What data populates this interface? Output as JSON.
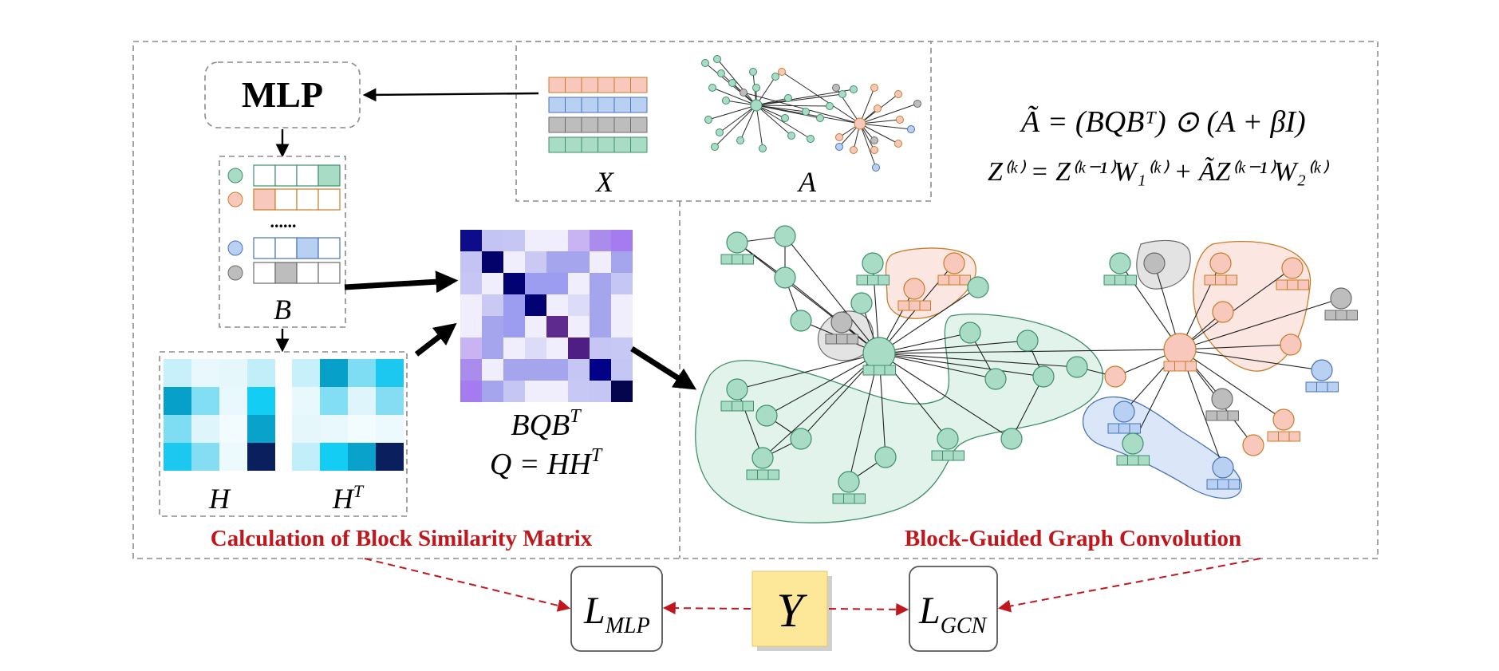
{
  "mlp_label": "MLP",
  "labels": {
    "X": "X",
    "A": "A",
    "B": "B",
    "H": "H",
    "HT_base": "H",
    "HT_sup": "T",
    "dots": "......",
    "bqb_base": "BQB",
    "bqb_sup": "T",
    "q_prefix": "Q = HH",
    "q_sup": "T"
  },
  "equations": {
    "eq1": "Ã = (BQBᵀ) ⊙ (A + βI)",
    "eq2": "Z⁽ᵏ⁾ = Z⁽ᵏ⁻¹⁾W₁⁽ᵏ⁾ + ÃZ⁽ᵏ⁻¹⁾W₂⁽ᵏ⁾"
  },
  "section_titles": {
    "left": "Calculation of Block Similarity Matrix",
    "right": "Block-Guided Graph Convolution"
  },
  "loss_boxes": {
    "mlp_script": "L",
    "mlp_sub": "MLP",
    "gcn_script": "L",
    "gcn_sub": "GCN",
    "y": "Y"
  },
  "colors": {
    "green": "#a8dcc4",
    "green_stroke": "#3e8f6a",
    "orange": "#f8c8bc",
    "orange_stroke": "#c77d28",
    "blue": "#b8d0f2",
    "blue_stroke": "#4a72b8",
    "gray": "#bdbdbd",
    "gray_stroke": "#6a6a6a",
    "red": "#c0171c",
    "y_box": "#fde89a"
  },
  "features": [
    {
      "color": "orange"
    },
    {
      "color": "blue"
    },
    {
      "color": "gray"
    },
    {
      "color": "green"
    }
  ],
  "membership_rows": [
    {
      "node": "green",
      "filled": 3
    },
    {
      "node": "orange",
      "filled": 0
    },
    {
      "node": "blue",
      "filled": 2
    },
    {
      "node": "gray",
      "filled": 1
    }
  ],
  "h_matrix": [
    [
      "#c8f0fa",
      "#e8f8fd",
      "#e6f7fc",
      "#c2eef9"
    ],
    [
      "#07a0c8",
      "#82def4",
      "#e9f8fd",
      "#14cdf4"
    ],
    [
      "#7edcf3",
      "#dff5fc",
      "#f2fbfe",
      "#08a2cb"
    ],
    [
      "#1cc8ef",
      "#85ddf3",
      "#ecf9fd",
      "#0a1f5e"
    ]
  ],
  "ht_matrix": [
    [
      "#c8f0fa",
      "#07a0c8",
      "#7edcf3",
      "#1cc8ef"
    ],
    [
      "#e8f8fd",
      "#82def4",
      "#dff5fc",
      "#85ddf3"
    ],
    [
      "#e6f7fc",
      "#e9f8fd",
      "#f2fbfe",
      "#ecf9fd"
    ],
    [
      "#c2eef9",
      "#14cdf4",
      "#08a2cb",
      "#0a1f5e"
    ]
  ],
  "similarity_matrix": [
    [
      "#0d0d8c",
      "#c4c4f4",
      "#c6c6f4",
      "#f0eefc",
      "#f0eefc",
      "#c8b4f2",
      "#a98cec",
      "#a47cf0"
    ],
    [
      "#c4c4f4",
      "#02026a",
      "#f0eefc",
      "#c9c9f4",
      "#a5a5ee",
      "#a5a5ee",
      "#f0eefc",
      "#a5a5ee"
    ],
    [
      "#c6c6f4",
      "#f0eefc",
      "#020272",
      "#9c9cf0",
      "#9c9cf0",
      "#f0eefc",
      "#a5a5ee",
      "#c6c6f4"
    ],
    [
      "#f0eefc",
      "#c9c9f4",
      "#9c9cf0",
      "#020272",
      "#f0eefc",
      "#dcdcf8",
      "#a5a5ee",
      "#f0eefc"
    ],
    [
      "#f0eefc",
      "#a5a5ee",
      "#9c9cf0",
      "#f0eefc",
      "#5e2a8e",
      "#f0eefc",
      "#a5a5ee",
      "#f0eefc"
    ],
    [
      "#c8b4f2",
      "#a5a5ee",
      "#f0eefc",
      "#dcdcf8",
      "#f0eefc",
      "#4e1e84",
      "#c6c6f4",
      "#c8c8f4"
    ],
    [
      "#a98cec",
      "#f0eefc",
      "#a5a5ee",
      "#a5a5ee",
      "#a5a5ee",
      "#c6c6f4",
      "#020288",
      "#c6c6f4"
    ],
    [
      "#a47cf0",
      "#a5a5ee",
      "#c6c6f4",
      "#f0eefc",
      "#f0eefc",
      "#c8c8f4",
      "#c6c6f4",
      "#05054e"
    ]
  ]
}
